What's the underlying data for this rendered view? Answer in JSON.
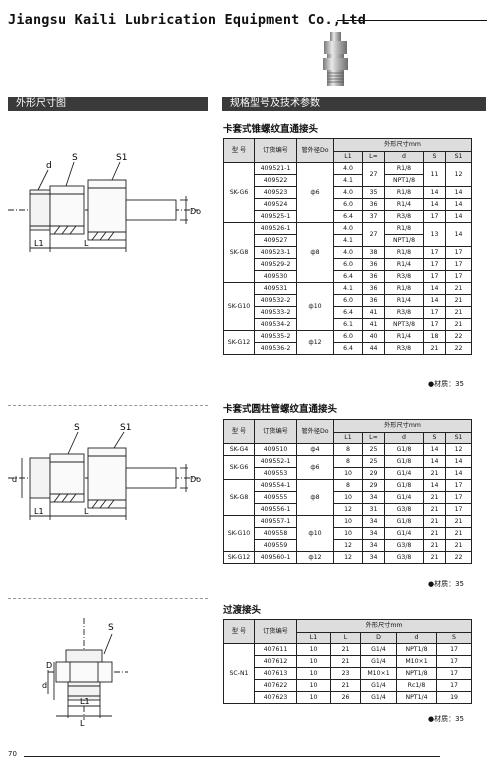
{
  "company": "Jiangsu Kaili Lubrication Equipment Co.,Ltd",
  "left_header": "外形尺寸图",
  "right_header": "规格型号及技术参数",
  "page_number": "70",
  "diagram_labels": {
    "d1": {
      "d": "d",
      "s": "S",
      "s1": "S1",
      "do": "Do",
      "l1": "L1",
      "l": "L"
    },
    "d2": {
      "d": "d",
      "s": "S",
      "s1": "S1",
      "do": "Do",
      "l1": "L1",
      "l": "L"
    },
    "d3": {
      "s": "S",
      "d_upper": "D",
      "d_lower": "d",
      "l1": "L1",
      "l": "L"
    }
  },
  "sections": [
    {
      "title": "卡套式锥螺纹直通接头",
      "head": {
        "type": "型 号",
        "order": "订货编号",
        "tube": "管外径Do",
        "dims": "外形尺寸mm",
        "c1": "L1",
        "c2": "L≈",
        "c3": "d",
        "c4": "S",
        "c5": "S1"
      },
      "material": "●材质：35",
      "groups": [
        {
          "model": "SK-G6",
          "tube": "ф6",
          "rows": [
            {
              "order": "409521-1",
              "l1": "4.0",
              "l": "27",
              "d": "R1/8",
              "s": "11",
              "s1": "12"
            },
            {
              "order": "409522",
              "l1": "4.1",
              "l": "",
              "d": "NPT1/8",
              "s": "",
              "s1": ""
            },
            {
              "order": "409523",
              "l1": "4.0",
              "l": "35",
              "d": "R1/8",
              "s": "14",
              "s1": "14"
            },
            {
              "order": "409524",
              "l1": "6.0",
              "l": "36",
              "d": "R1/4",
              "s": "14",
              "s1": "14"
            },
            {
              "order": "409525-1",
              "l1": "6.4",
              "l": "37",
              "d": "R3/8",
              "s": "17",
              "s1": "14"
            }
          ]
        },
        {
          "model": "SK-G8",
          "tube": "ф8",
          "rows": [
            {
              "order": "409526-1",
              "l1": "4.0",
              "l": "27",
              "d": "R1/8",
              "s": "13",
              "s1": "14"
            },
            {
              "order": "409527",
              "l1": "4.1",
              "l": "",
              "d": "NPT1/8",
              "s": "",
              "s1": ""
            },
            {
              "order": "409523-1",
              "l1": "4.0",
              "l": "38",
              "d": "R1/8",
              "s": "17",
              "s1": "17"
            },
            {
              "order": "409529-2",
              "l1": "6.0",
              "l": "36",
              "d": "R1/4",
              "s": "17",
              "s1": "17"
            },
            {
              "order": "409530",
              "l1": "6.4",
              "l": "36",
              "d": "R3/8",
              "s": "17",
              "s1": "17"
            }
          ]
        },
        {
          "model": "SK-G10",
          "tube": "ф10",
          "rows": [
            {
              "order": "409531",
              "l1": "4.1",
              "l": "36",
              "d": "R1/8",
              "s": "14",
              "s1": "21"
            },
            {
              "order": "409532-2",
              "l1": "6.0",
              "l": "36",
              "d": "R1/4",
              "s": "14",
              "s1": "21"
            },
            {
              "order": "409533-2",
              "l1": "6.4",
              "l": "41",
              "d": "R3/8",
              "s": "17",
              "s1": "21"
            },
            {
              "order": "409534-2",
              "l1": "6.1",
              "l": "41",
              "d": "NPT3/8",
              "s": "17",
              "s1": "21"
            }
          ]
        },
        {
          "model": "SK-G12",
          "tube": "ф12",
          "rows": [
            {
              "order": "409535-2",
              "l1": "6.0",
              "l": "40",
              "d": "R1/4",
              "s": "18",
              "s1": "22"
            },
            {
              "order": "409536-2",
              "l1": "6.4",
              "l": "44",
              "d": "R3/8",
              "s": "21",
              "s1": "22"
            }
          ]
        }
      ]
    },
    {
      "title": "卡套式圆柱管螺纹直通接头",
      "head": {
        "type": "型 号",
        "order": "订货编号",
        "tube": "管外径Do",
        "dims": "外形尺寸mm",
        "c1": "L1",
        "c2": "L≈",
        "c3": "d",
        "c4": "S",
        "c5": "S1"
      },
      "material": "●材质：35",
      "groups": [
        {
          "model": "SK-G4",
          "tube": "ф4",
          "rows": [
            {
              "order": "409510",
              "l1": "8",
              "l": "25",
              "d": "G1/8",
              "s": "14",
              "s1": "12"
            }
          ]
        },
        {
          "model": "SK-G6",
          "tube": "ф6",
          "rows": [
            {
              "order": "409552-1",
              "l1": "8",
              "l": "25",
              "d": "G1/8",
              "s": "14",
              "s1": "14"
            },
            {
              "order": "409553",
              "l1": "10",
              "l": "29",
              "d": "G1/4",
              "s": "21",
              "s1": "14"
            }
          ]
        },
        {
          "model": "SK-G8",
          "tube": "ф8",
          "rows": [
            {
              "order": "409554-1",
              "l1": "8",
              "l": "29",
              "d": "G1/8",
              "s": "14",
              "s1": "17"
            },
            {
              "order": "409555",
              "l1": "10",
              "l": "34",
              "d": "G1/4",
              "s": "21",
              "s1": "17"
            },
            {
              "order": "409556-1",
              "l1": "12",
              "l": "31",
              "d": "G3/8",
              "s": "21",
              "s1": "17"
            }
          ]
        },
        {
          "model": "SK-G10",
          "tube": "ф10",
          "rows": [
            {
              "order": "409557-1",
              "l1": "10",
              "l": "34",
              "d": "G1/8",
              "s": "21",
              "s1": "21"
            },
            {
              "order": "409558",
              "l1": "10",
              "l": "34",
              "d": "G1/4",
              "s": "21",
              "s1": "21"
            },
            {
              "order": "409559",
              "l1": "12",
              "l": "34",
              "d": "G3/8",
              "s": "21",
              "s1": "21"
            }
          ]
        },
        {
          "model": "SK-G12",
          "tube": "ф12",
          "rows": [
            {
              "order": "409560-1",
              "l1": "12",
              "l": "34",
              "d": "G3/8",
              "s": "21",
              "s1": "22"
            }
          ]
        }
      ]
    },
    {
      "title": "过渡接头",
      "head": {
        "type": "型 号",
        "order": "订货编号",
        "dims": "外形尺寸mm",
        "c1": "L1",
        "c2": "L",
        "c3": "D",
        "c4": "d",
        "c5": "S"
      },
      "material": "●材质：35",
      "groups": [
        {
          "model": "SC-N1",
          "rows": [
            {
              "order": "407611",
              "l1": "10",
              "l": "21",
              "D": "G1/4",
              "d": "NPT1/8",
              "s": "17"
            },
            {
              "order": "407612",
              "l1": "10",
              "l": "21",
              "D": "G1/4",
              "d": "M10×1",
              "s": "17"
            },
            {
              "order": "407613",
              "l1": "10",
              "l": "23",
              "D": "M10×1",
              "d": "NPT1/8",
              "s": "17"
            },
            {
              "order": "407622",
              "l1": "10",
              "l": "21",
              "D": "G1/4",
              "d": "Rc1/8",
              "s": "17"
            },
            {
              "order": "407623",
              "l1": "10",
              "l": "26",
              "D": "G1/4",
              "d": "NPT1/4",
              "s": "19"
            }
          ]
        }
      ]
    }
  ]
}
